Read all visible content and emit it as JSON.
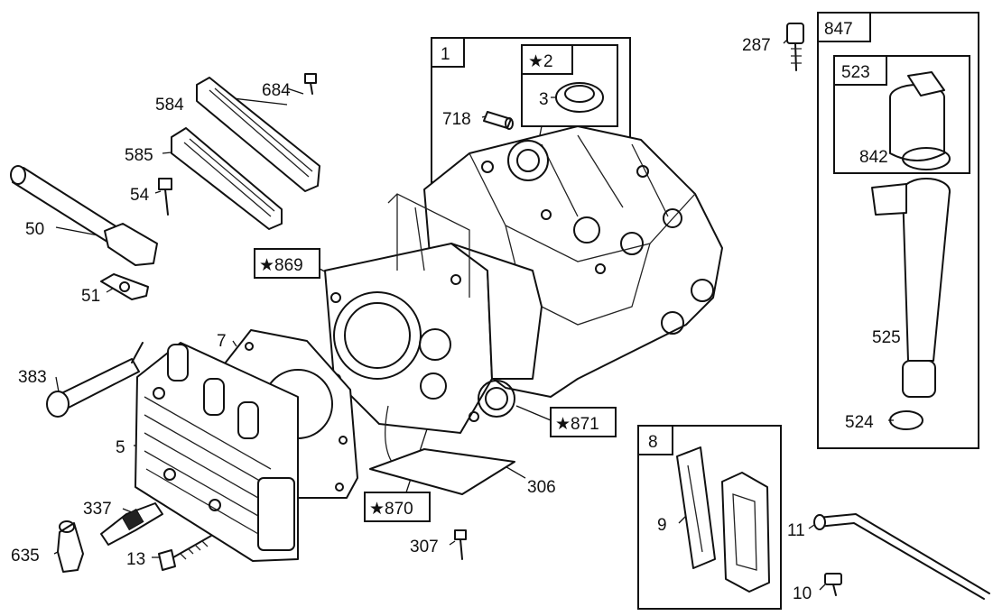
{
  "labels": {
    "p1": "1",
    "p2": "2",
    "p3": "3",
    "p5": "5",
    "p7": "7",
    "p8": "8",
    "p9": "9",
    "p10": "10",
    "p11": "11",
    "p13": "13",
    "p50": "50",
    "p51": "51",
    "p54": "54",
    "p287": "287",
    "p306": "306",
    "p307": "307",
    "p337": "337",
    "p383": "383",
    "p523": "523",
    "p524": "524",
    "p525": "525",
    "p584": "584",
    "p585": "585",
    "p635": "635",
    "p684": "684",
    "p718": "718",
    "p842": "842",
    "p847": "847",
    "p869": "869",
    "p870": "870",
    "p871": "871"
  },
  "symbols": {
    "star": "★"
  }
}
